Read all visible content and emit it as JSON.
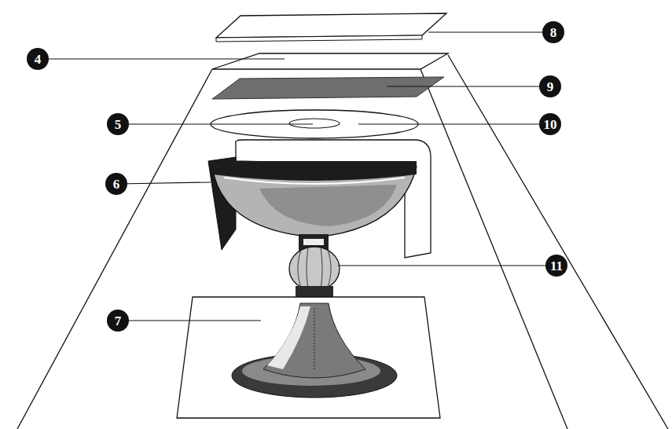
{
  "diagram": {
    "labels": [
      "8",
      "4",
      "9",
      "5",
      "10",
      "6",
      "11",
      "7"
    ]
  }
}
